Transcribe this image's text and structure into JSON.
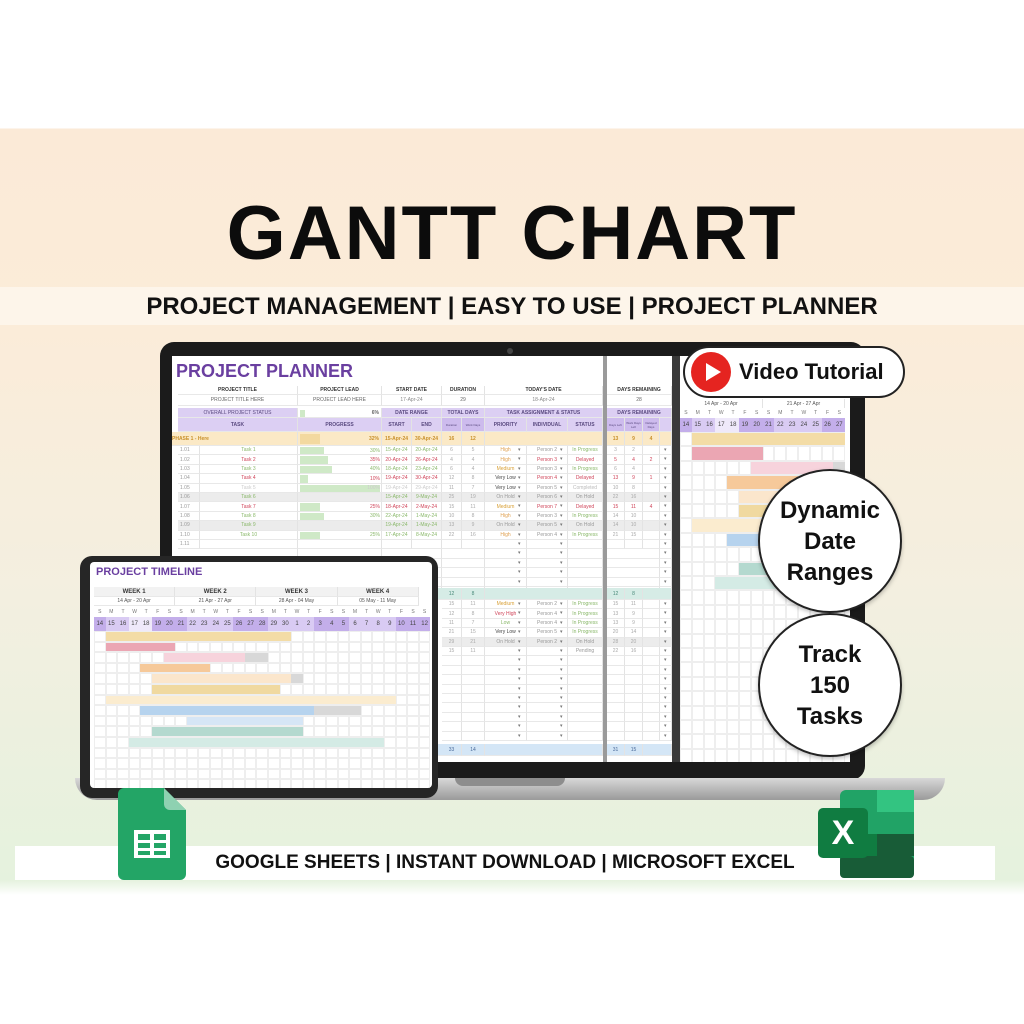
{
  "banner": {
    "title": "GANTT CHART",
    "subtitle": "PROJECT MANAGEMENT | EASY TO USE | PROJECT PLANNER",
    "bottom": "GOOGLE SHEETS | INSTANT DOWNLOAD | MICROSOFT EXCEL"
  },
  "badges": {
    "video": "Video Tutorial",
    "dynamic": [
      "Dynamic",
      "Date",
      "Ranges"
    ],
    "track": [
      "Track",
      "150",
      "Tasks"
    ]
  },
  "colors": {
    "purple": "#6a3fa0",
    "header": "#dccff3",
    "phase": "#fbe9c6",
    "progress": "#cfe9c7",
    "delayed": "#d0455a",
    "in_progress": "#8ab86a",
    "play": "#e52420"
  },
  "icons": {
    "play": "play-icon",
    "sheets": "google-sheets-icon",
    "excel": "microsoft-excel-icon",
    "dropdown": "dropdown-arrow-icon"
  },
  "planner": {
    "title": "PROJECT PLANNER",
    "info_labels": [
      "PROJECT TITLE",
      "PROJECT LEAD",
      "START DATE",
      "DURATION",
      "TODAY'S DATE",
      "DAYS REMAINING"
    ],
    "info_values": [
      "PROJECT TITLE HERE",
      "PROJECT LEAD HERE",
      "17-Apr-24",
      "29",
      "18-Apr-24",
      "28"
    ],
    "status_label": "OVERALL PROJECT STATUS",
    "status_value": "6%",
    "overall_progress": 0.06,
    "group_labels": [
      "DATE RANGE",
      "TOTAL DAYS",
      "TASK ASSIGNMENT & STATUS",
      "DAYS REMAINING"
    ],
    "columns": [
      "TASK",
      "PROGRESS",
      "START",
      "END",
      "Duration",
      "Work Days",
      "PRIORITY",
      "INDIVIDUAL",
      "STATUS",
      "Days Left",
      "Work Days Left",
      "Delayed Days"
    ],
    "phase1": {
      "name": "PHASE 1 - Here",
      "progress": "32%",
      "start": "15-Apr-24",
      "end": "30-Apr-24",
      "duration": "16",
      "work": "12",
      "days_left": "13",
      "work_left": "9",
      "delayed": "4"
    },
    "tasks": [
      {
        "id": "1.01",
        "name": "Task 1",
        "progress": "30%",
        "start": "15-Apr-24",
        "end": "20-Apr-24",
        "duration": "6",
        "work": "5",
        "priority": "High",
        "individual": "Person 2",
        "status": "In Progress",
        "days_left": "3",
        "work_left": "2",
        "delayed": "",
        "color": "#eba6b3"
      },
      {
        "id": "1.02",
        "name": "Task 2",
        "progress": "35%",
        "start": "20-Apr-24",
        "end": "26-Apr-24",
        "duration": "4",
        "work": "4",
        "priority": "High",
        "individual": "Person 3",
        "status": "Delayed",
        "days_left": "5",
        "work_left": "4",
        "delayed": "2",
        "color": "#f7d3dc"
      },
      {
        "id": "1.03",
        "name": "Task 3",
        "progress": "40%",
        "start": "18-Apr-24",
        "end": "23-Apr-24",
        "duration": "6",
        "work": "4",
        "priority": "Medium",
        "individual": "Person 3",
        "status": "In Progress",
        "days_left": "6",
        "work_left": "4",
        "delayed": "",
        "color": "#f6c99a"
      },
      {
        "id": "1.04",
        "name": "Task 4",
        "progress": "10%",
        "start": "19-Apr-24",
        "end": "30-Apr-24",
        "duration": "12",
        "work": "8",
        "priority": "Very Low",
        "individual": "Person 4",
        "status": "Delayed",
        "days_left": "13",
        "work_left": "9",
        "delayed": "1",
        "color": "#fbe6cc"
      },
      {
        "id": "1.05",
        "name": "Task 5",
        "progress": "100%",
        "start": "19-Apr-24",
        "end": "29-Apr-24",
        "duration": "11",
        "work": "7",
        "priority": "Very Low",
        "individual": "Person 5",
        "status": "Completed",
        "days_left": "10",
        "work_left": "8",
        "delayed": "",
        "color": "#f0d9a0"
      },
      {
        "id": "1.06",
        "name": "Task 6",
        "progress": "",
        "start": "15-Apr-24",
        "end": "9-May-24",
        "duration": "25",
        "work": "19",
        "priority": "On Hold",
        "individual": "Person 6",
        "status": "On Hold",
        "days_left": "22",
        "work_left": "16",
        "delayed": "",
        "color": "#fbeccf"
      },
      {
        "id": "1.07",
        "name": "Task 7",
        "progress": "25%",
        "start": "18-Apr-24",
        "end": "2-May-24",
        "duration": "15",
        "work": "11",
        "priority": "Medium",
        "individual": "Person 7",
        "status": "Delayed",
        "days_left": "15",
        "work_left": "11",
        "delayed": "4",
        "color": "#b6d3ee"
      },
      {
        "id": "1.08",
        "name": "Task 8",
        "progress": "30%",
        "start": "22-Apr-24",
        "end": "1-May-24",
        "duration": "10",
        "work": "8",
        "priority": "High",
        "individual": "Person 3",
        "status": "In Progress",
        "days_left": "14",
        "work_left": "10",
        "delayed": "",
        "color": "#d6e6f6"
      },
      {
        "id": "1.09",
        "name": "Task 9",
        "progress": "",
        "start": "19-Apr-24",
        "end": "1-May-24",
        "duration": "13",
        "work": "9",
        "priority": "On Hold",
        "individual": "Person 5",
        "status": "On Hold",
        "days_left": "14",
        "work_left": "10",
        "delayed": "",
        "color": "#b4d9cf"
      },
      {
        "id": "1.10",
        "name": "Task 10",
        "progress": "25%",
        "start": "17-Apr-24",
        "end": "8-May-24",
        "duration": "22",
        "work": "16",
        "priority": "High",
        "individual": "Person 4",
        "status": "In Progress",
        "days_left": "21",
        "work_left": "15",
        "delayed": "",
        "color": "#d4ebe5"
      },
      {
        "id": "1.11",
        "name": "",
        "progress": "",
        "start": "",
        "end": "",
        "duration": "",
        "work": "",
        "priority": "",
        "individual": "",
        "status": "",
        "days_left": "",
        "work_left": "",
        "delayed": "",
        "color": ""
      }
    ],
    "phase2": {
      "duration": "12",
      "work": "8",
      "days_left": "12",
      "work_left": "8"
    },
    "phase2_tasks": [
      {
        "duration": "15",
        "work": "11",
        "priority": "Medium",
        "individual": "Person 2",
        "status": "In Progress",
        "days_left": "15",
        "work_left": "11"
      },
      {
        "duration": "12",
        "work": "8",
        "priority": "Very High",
        "individual": "Person 4",
        "status": "In Progress",
        "days_left": "13",
        "work_left": "9"
      },
      {
        "duration": "11",
        "work": "7",
        "priority": "Low",
        "individual": "Person 4",
        "status": "In Progress",
        "days_left": "13",
        "work_left": "9"
      },
      {
        "duration": "21",
        "work": "15",
        "priority": "Very Low",
        "individual": "Person 5",
        "status": "In Progress",
        "days_left": "20",
        "work_left": "14"
      },
      {
        "duration": "29",
        "work": "21",
        "priority": "On Hold",
        "individual": "Person 2",
        "status": "On Hold",
        "days_left": "28",
        "work_left": "20"
      },
      {
        "duration": "15",
        "work": "11",
        "priority": "",
        "individual": "",
        "status": "Pending",
        "days_left": "22",
        "work_left": "16"
      }
    ],
    "totals": {
      "duration": "33",
      "work": "14",
      "days_left": "31",
      "work_left": "15"
    },
    "gantt": {
      "weeks": [
        "14 Apr - 20 Apr",
        "21 Apr - 27 Apr"
      ],
      "day_letters": [
        "S",
        "M",
        "T",
        "W",
        "T",
        "F",
        "S",
        "S",
        "M",
        "T",
        "W",
        "T",
        "F",
        "S"
      ],
      "dates": [
        "14",
        "15",
        "16",
        "17",
        "18",
        "19",
        "20",
        "21",
        "22",
        "23",
        "24",
        "25",
        "26",
        "27"
      ]
    }
  },
  "timeline": {
    "title": "PROJECT TIMELINE",
    "weeks": [
      {
        "label": "WEEK 1",
        "range": "14 Apr - 20 Apr"
      },
      {
        "label": "WEEK 2",
        "range": "21 Apr - 27 Apr"
      },
      {
        "label": "WEEK 3",
        "range": "28 Apr - 04 May"
      },
      {
        "label": "WEEK 4",
        "range": "05 May - 11 May"
      }
    ],
    "day_letters": [
      "S",
      "M",
      "T",
      "W",
      "T",
      "F",
      "S",
      "S",
      "M",
      "T",
      "W",
      "T",
      "F",
      "S",
      "S",
      "M",
      "T",
      "W",
      "T",
      "F",
      "S",
      "S",
      "M",
      "T",
      "W",
      "T",
      "F",
      "S",
      "S"
    ],
    "dates": [
      "14",
      "15",
      "16",
      "17",
      "18",
      "19",
      "20",
      "21",
      "22",
      "23",
      "24",
      "25",
      "26",
      "27",
      "28",
      "29",
      "30",
      "1",
      "2",
      "3",
      "4",
      "5",
      "6",
      "7",
      "8",
      "9",
      "10",
      "11",
      "12"
    ]
  }
}
